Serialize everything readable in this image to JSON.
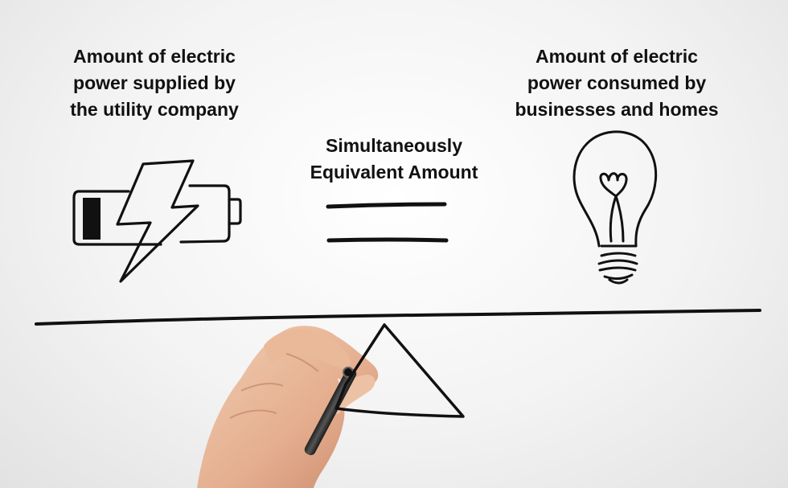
{
  "supply": {
    "lines": [
      "Amount of electric",
      "power supplied by",
      "the utility company"
    ],
    "icon": "battery-lightning-icon"
  },
  "center": {
    "lines": [
      "Simultaneously",
      "Equivalent Amount"
    ],
    "icon": "equals-icon"
  },
  "demand": {
    "lines": [
      "Amount of electric",
      "power consumed by",
      "businesses and homes"
    ],
    "icon": "light-bulb-icon"
  },
  "balance": {
    "icon": "seesaw-balance-icon"
  },
  "colors": {
    "ink": "#111111",
    "skin": "#e9b99a",
    "background": "#f3f3f3"
  }
}
